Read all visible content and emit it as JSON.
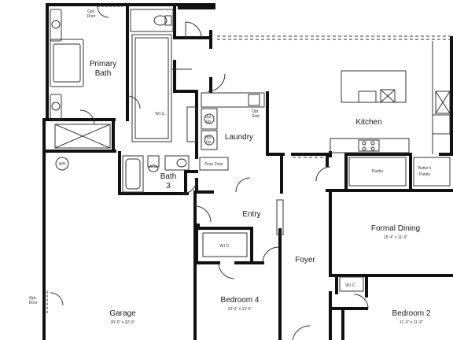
{
  "plan": {
    "title": "",
    "rooms": {
      "primary_bath": {
        "line1": "Primary",
        "line2": "Bath"
      },
      "kitchen": {
        "label": "Kitchen"
      },
      "laundry": {
        "label": "Laundry"
      },
      "bath3": {
        "line1": "Bath",
        "line2": "3"
      },
      "entry": {
        "label": "Entry"
      },
      "foyer": {
        "label": "Foyer"
      },
      "formal_dining": {
        "label": "Formal Dining",
        "dims": "15'-4\" x 11'-0\""
      },
      "garage": {
        "label": "Garage",
        "dims": "20'-0\" x 32'-0\""
      },
      "bedroom4": {
        "label": "Bedroom 4",
        "dims": "10'-6\" x 13'-6\""
      },
      "bedroom2": {
        "label": "Bedroom 2",
        "dims": "11'-0\" x 11'-0\""
      }
    },
    "small_labels": {
      "opt_door_top_l1": "Opt.",
      "opt_door_top_l2": "Door",
      "wic_primary": "W.I.C.",
      "opt_sink_l1": "Opt.",
      "opt_sink_l2": "Sink",
      "opt_a_l1": "Opt.",
      "opt_a_l2": "Up",
      "opt_b_l1": "Opt.",
      "opt_b_l2": "Up",
      "drop_zone": "Drop Zone",
      "pantry": "Pantry",
      "butlers_l1": "Butler's",
      "butlers_l2": "Pantry",
      "wic_bed4": "W.I.C.",
      "wic_bed2": "W.I.C.",
      "opt_door_garage_l1": "Opt.",
      "opt_door_garage_l2": "Door",
      "wh": "WH"
    }
  }
}
